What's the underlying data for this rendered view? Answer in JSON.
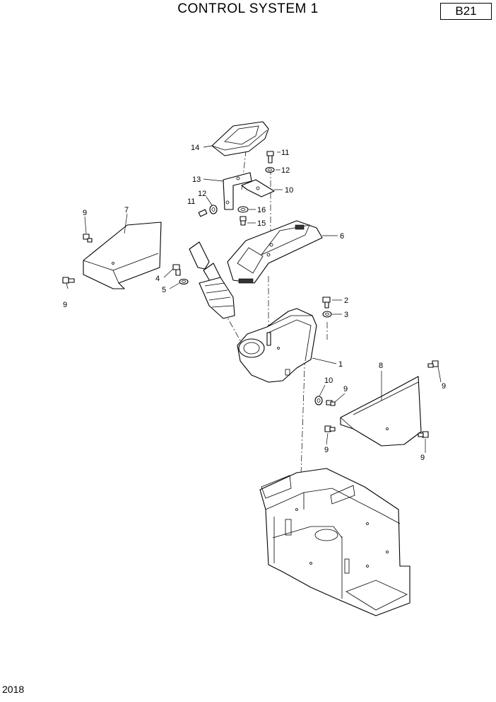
{
  "header": {
    "title": "CONTROL SYSTEM 1",
    "code": "B21"
  },
  "footer": {
    "year": "2018"
  },
  "callouts": {
    "c1": "1",
    "c2": "2",
    "c3": "3",
    "c4": "4",
    "c5": "5",
    "c6": "6",
    "c7": "7",
    "c8": "8",
    "c9a": "9",
    "c9b": "9",
    "c9c": "9",
    "c9d": "9",
    "c9e": "9",
    "c9f": "9",
    "c10a": "10",
    "c10b": "10",
    "c11a": "11",
    "c11b": "11",
    "c12a": "12",
    "c12b": "12",
    "c13": "13",
    "c14": "14",
    "c15": "15",
    "c16": "16"
  }
}
